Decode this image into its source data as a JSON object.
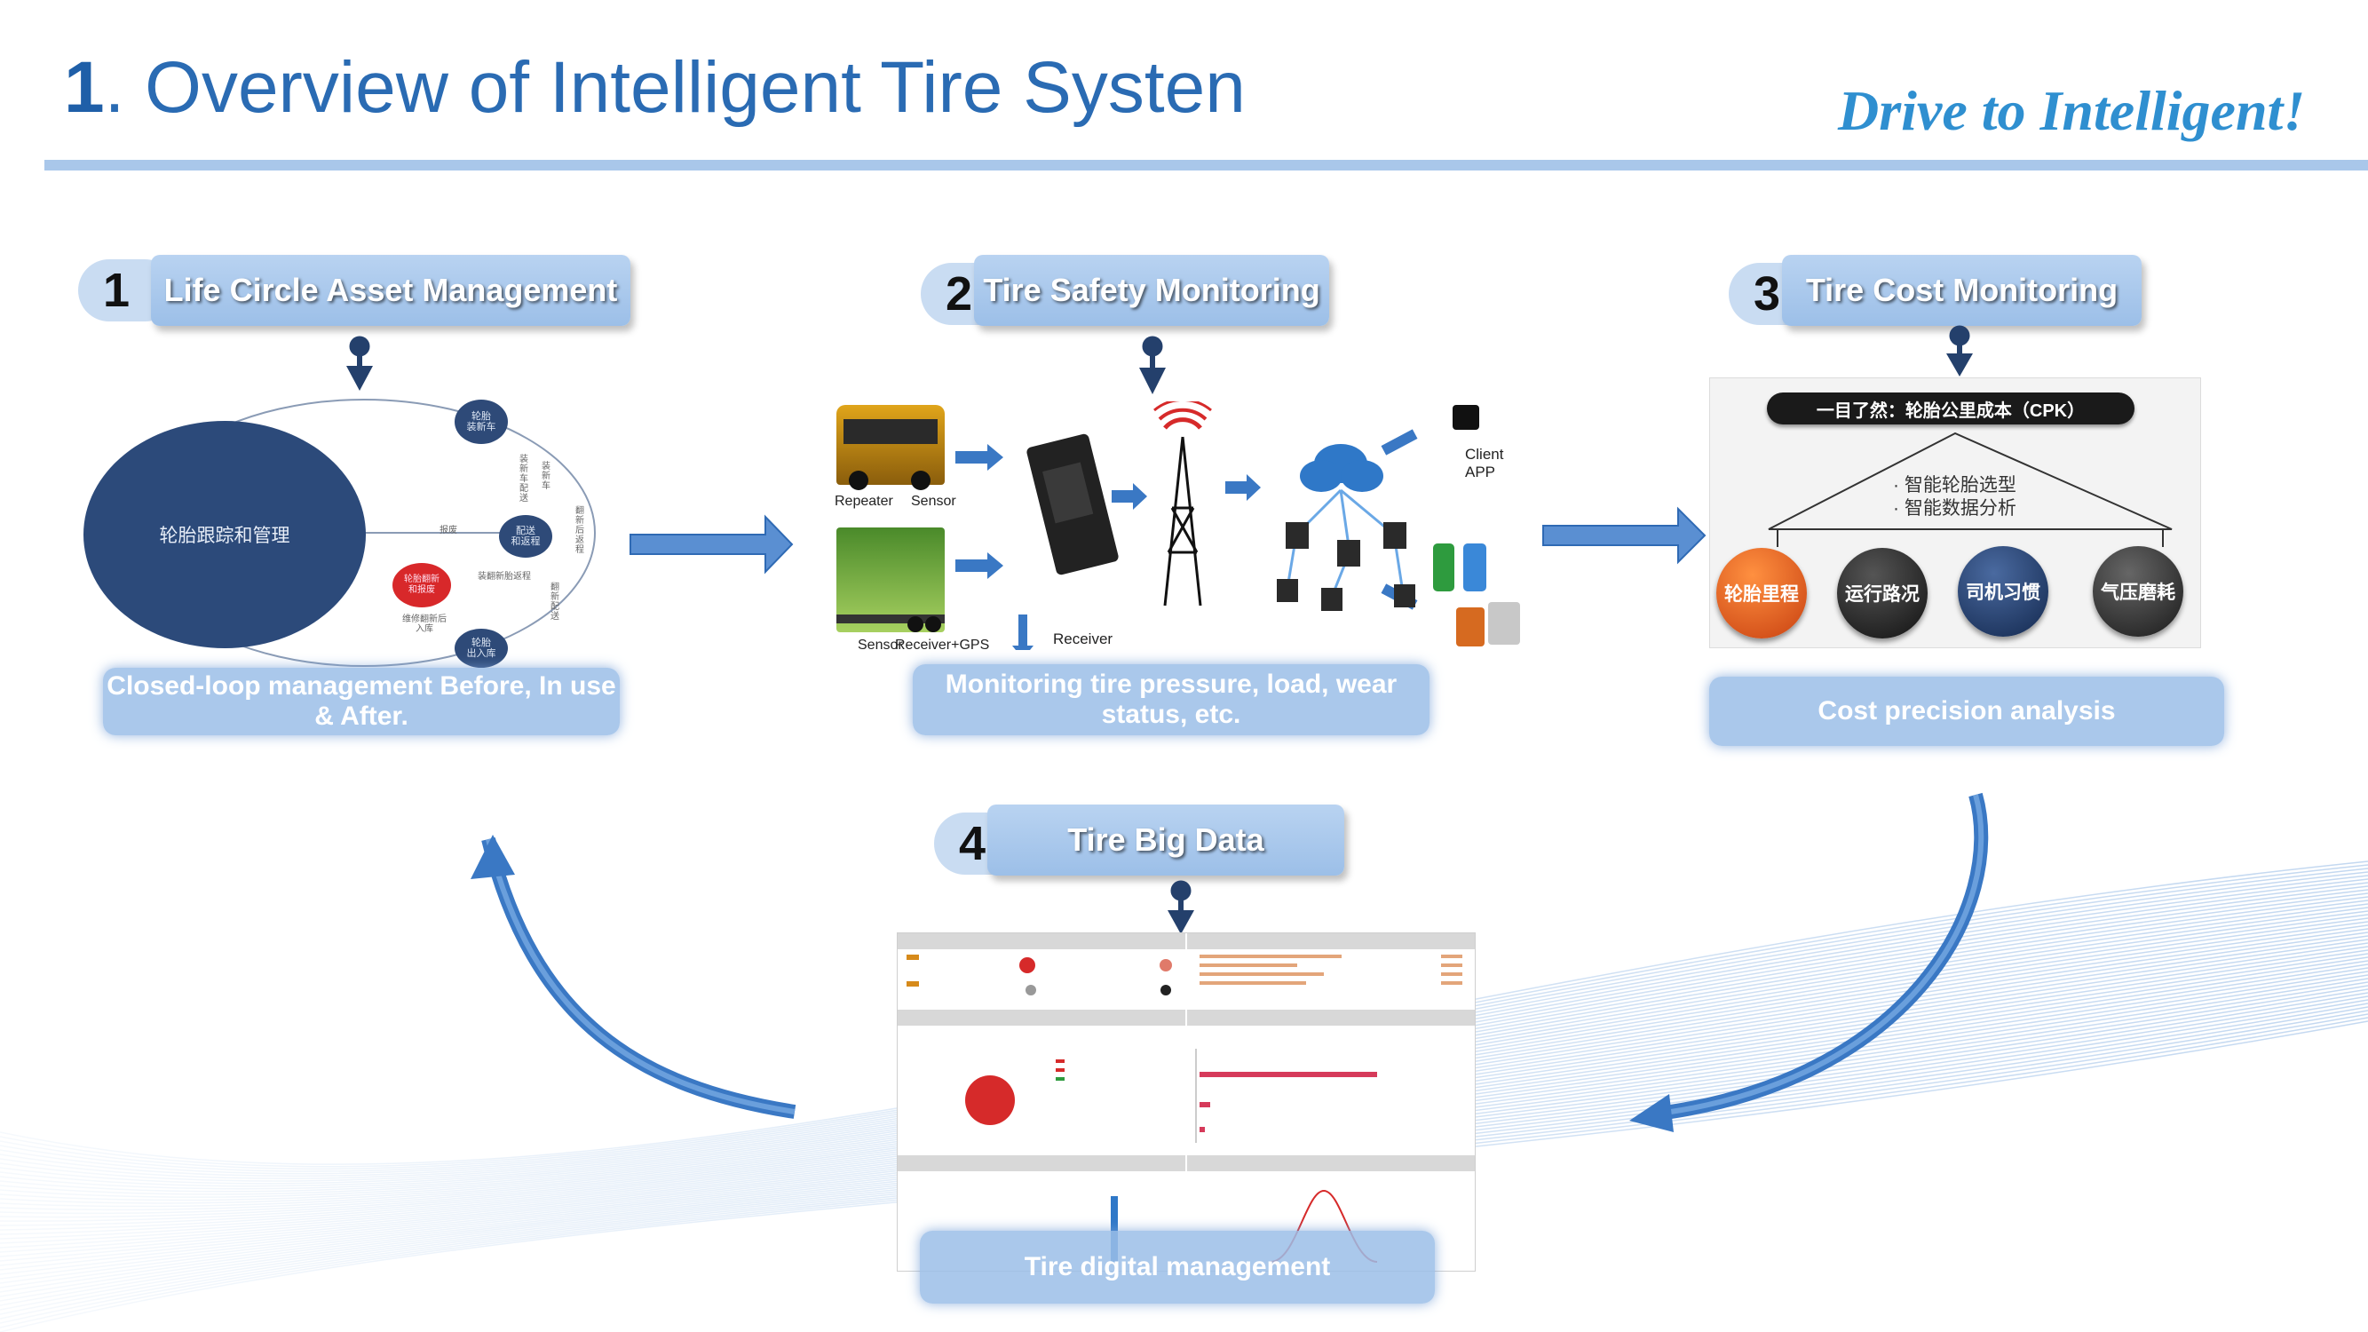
{
  "title": {
    "number": "1",
    "text": ". Overview of Intelligent Tire Systen"
  },
  "tagline": "Drive to Intelligent!",
  "sections": [
    {
      "num": "1",
      "label": "Life Circle Asset Management",
      "caption": "Closed-loop management Before, In use & After."
    },
    {
      "num": "2",
      "label": "Tire Safety Monitoring",
      "caption": "Monitoring tire pressure, load, wear status, etc."
    },
    {
      "num": "3",
      "label": "Tire Cost Monitoring",
      "caption": "Cost precision analysis"
    },
    {
      "num": "4",
      "label": "Tire Big Data",
      "caption": "Tire digital management"
    }
  ],
  "lifecycle": {
    "center": "轮胎跟踪和管理",
    "nodes": [
      "轮胎\n装新车",
      "配送\n和返程",
      "轮胎\n出入库",
      "轮胎翻新\n和报废"
    ],
    "flow_labels": [
      "装新车配送",
      "翻新后返程",
      "装翻新胎返程",
      "翻新配送",
      "装新车",
      "报废",
      "维修翻新后\n入库"
    ]
  },
  "safety": {
    "labels": [
      "Repeater",
      "Sensor",
      "Sensor",
      "Receiver+GPS",
      "Receiver",
      "Client APP"
    ]
  },
  "cost": {
    "banner": "一目了然：轮胎公里成本（CPK）",
    "bullets": [
      "· 智能轮胎选型",
      "· 智能数据分析"
    ],
    "circles": [
      {
        "label": "轮胎里程",
        "color": "#e05a1a"
      },
      {
        "label": "运行路况",
        "color": "#222222"
      },
      {
        "label": "司机习惯",
        "color": "#1e3c6e"
      },
      {
        "label": "气压磨耗",
        "color": "#333333"
      }
    ]
  },
  "colors": {
    "accent": "#2a6bb3",
    "rule": "#a9c7ea",
    "pill": "#a8c8ee",
    "arrow": "#3a78c4",
    "dark_navy": "#24406c"
  }
}
